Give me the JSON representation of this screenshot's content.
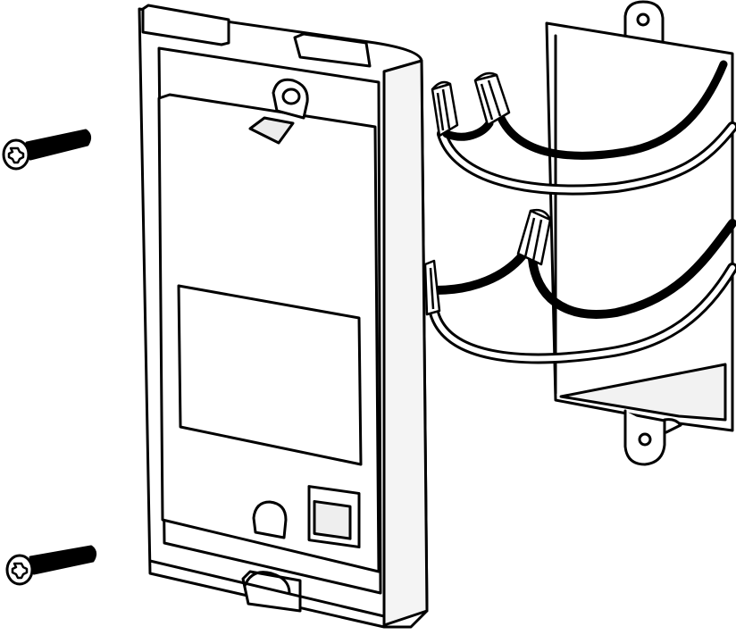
{
  "diagram": {
    "colors": {
      "background": "#ffffff",
      "stroke": "#000000",
      "wire_black": "#111111",
      "wire_white": "#ffffff",
      "fill_light": "#ffffff",
      "fill_shadow": "#e6e6e6"
    },
    "parts": [
      "mounting-screw",
      "wall-plate-adapter",
      "electrical-box",
      "wire-nut",
      "black-wire",
      "white-wire"
    ]
  }
}
